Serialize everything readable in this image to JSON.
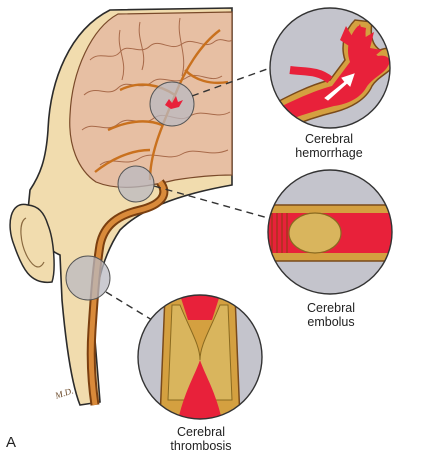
{
  "figure": {
    "panel_letter": "A",
    "artist_initials": "M.D."
  },
  "callouts": [
    {
      "id": "hemorrhage",
      "line1": "Cerebral",
      "line2": "hemorrhage"
    },
    {
      "id": "embolus",
      "line1": "Cerebral",
      "line2": "embolus"
    },
    {
      "id": "thrombosis",
      "line1": "Cerebral",
      "line2": "thrombosis"
    }
  ],
  "colors": {
    "skin": "#f1dcae",
    "brain": "#e7bfa3",
    "vessel": "#c9711e",
    "blood": "#e8213a",
    "lens_gray": "#b9b9c1",
    "clot": "#d9b55d"
  }
}
